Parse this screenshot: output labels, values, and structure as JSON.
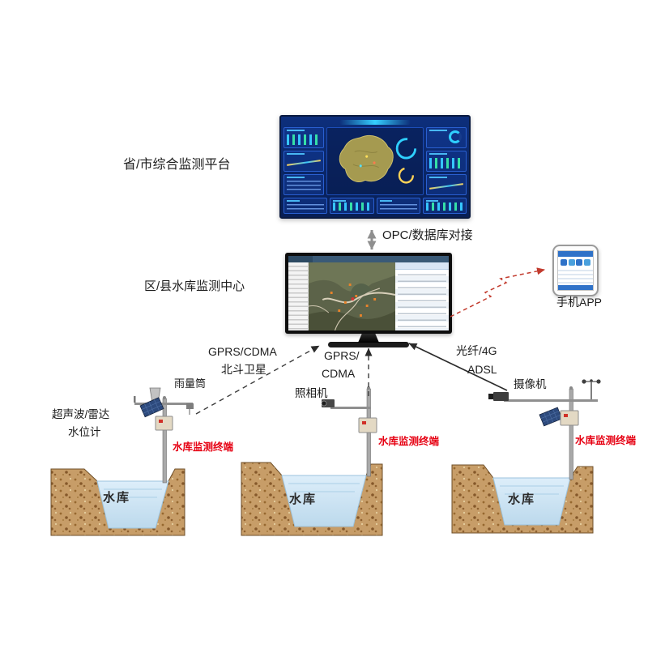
{
  "diagram": {
    "platform_label": "省/市综合监测平台",
    "opc_link_label": "OPC/数据库对接",
    "center_label": "区/县水库监测中心",
    "phone_app_label": "手机APP",
    "link_left": {
      "line1": "GPRS/CDMA",
      "line2": "北斗卫星"
    },
    "link_middle": {
      "line1": "GPRS/",
      "line2": "CDMA"
    },
    "link_right": {
      "line1": "光纤/4G",
      "line2": "ADSL"
    },
    "rain_gauge_label": "雨量筒",
    "water_level_gauge": {
      "line1": "超声波/雷达",
      "line2": "水位计"
    },
    "photo_camera_label": "照相机",
    "video_camera_label": "摄像机",
    "terminal_label": "水库监测终端",
    "reservoir_label": "水库"
  },
  "colors": {
    "terminal_label_red": "#e60012",
    "link_arrow_red": "#c23b2e",
    "dashboard_blue": "#0d2f7c",
    "water_blue": "#cfe6f4",
    "soil_brown": "#c79d68"
  }
}
